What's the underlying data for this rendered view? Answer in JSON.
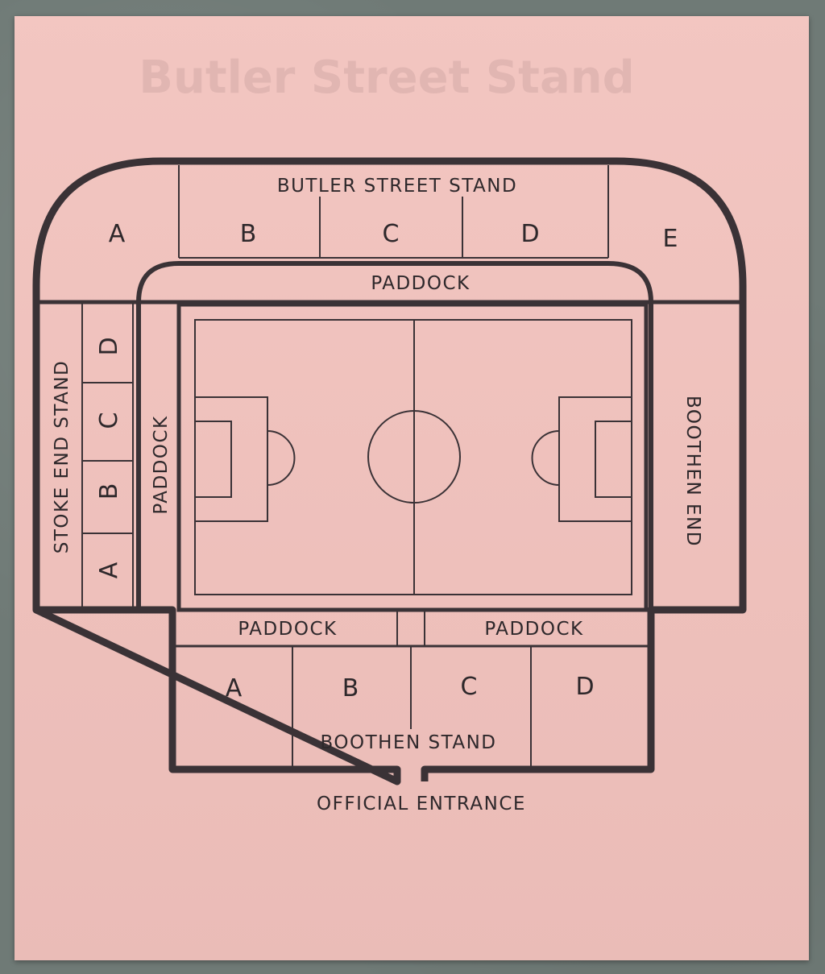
{
  "map": {
    "stands": {
      "top": {
        "name": "BUTLER STREET STAND",
        "blocks": [
          "A",
          "B",
          "C",
          "D",
          "E"
        ]
      },
      "left": {
        "name": "STOKE END STAND",
        "blocks": [
          "A",
          "B",
          "C",
          "D"
        ]
      },
      "right": {
        "name": "BOOTHEN END"
      },
      "bottom": {
        "name": "BOOTHEN STAND",
        "blocks": [
          "A",
          "B",
          "C",
          "D"
        ]
      }
    },
    "paddocks": {
      "top": "PADDOCK",
      "left": "PADDOCK",
      "bottom_left": "PADDOCK",
      "bottom_right": "PADDOCK"
    },
    "entrance": "OFFICIAL ENTRANCE"
  },
  "faded_print": {
    "heading": "Butler Street Stand"
  },
  "colors": {
    "paper": "#f2c2bd",
    "ink": "#3a3236",
    "background": "#6f7a76"
  }
}
